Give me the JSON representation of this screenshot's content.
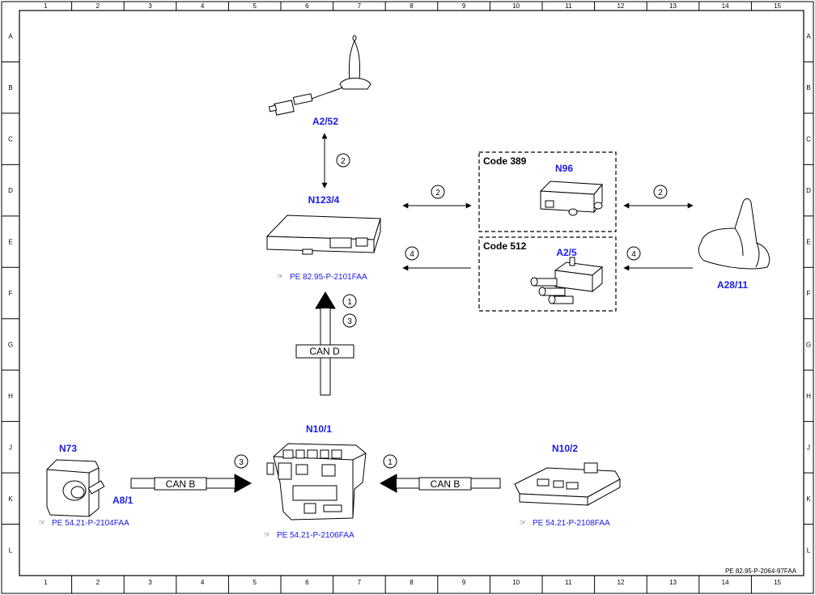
{
  "grid": {
    "columns": [
      "1",
      "2",
      "3",
      "4",
      "5",
      "6",
      "7",
      "8",
      "9",
      "10",
      "11",
      "12",
      "13",
      "14",
      "15"
    ],
    "rows": [
      "A",
      "B",
      "C",
      "D",
      "E",
      "F",
      "G",
      "H",
      "J",
      "K",
      "L"
    ]
  },
  "components": {
    "a2_52": "A2/52",
    "n123_4": "N123/4",
    "n96": "N96",
    "a2_5": "A2/5",
    "a28_11": "A28/11",
    "n73": "N73",
    "a8_1": "A8/1",
    "n10_1": "N10/1",
    "n10_2": "N10/2"
  },
  "codes": {
    "code389": "Code 389",
    "code512": "Code 512"
  },
  "buses": {
    "can_d": "CAN D",
    "can_b_left": "CAN B",
    "can_b_right": "CAN B"
  },
  "circle_numbers": {
    "antenna_link": "2",
    "n96_left": "2",
    "n96_right": "2",
    "a25_left": "4",
    "a25_right": "4",
    "can_d_top": "1",
    "can_d_bottom": "3",
    "can_b_left": "3",
    "can_b_right": "1"
  },
  "references": {
    "n123_4": "PE 82.95-P-2101FAA",
    "n73": "PE 54.21-P-2104FAA",
    "n10_1": "PE 54.21-P-2106FAA",
    "n10_2": "PE 54.21-P-2108FAA"
  },
  "footer": "PE 82.95-P-2064-97FAA"
}
